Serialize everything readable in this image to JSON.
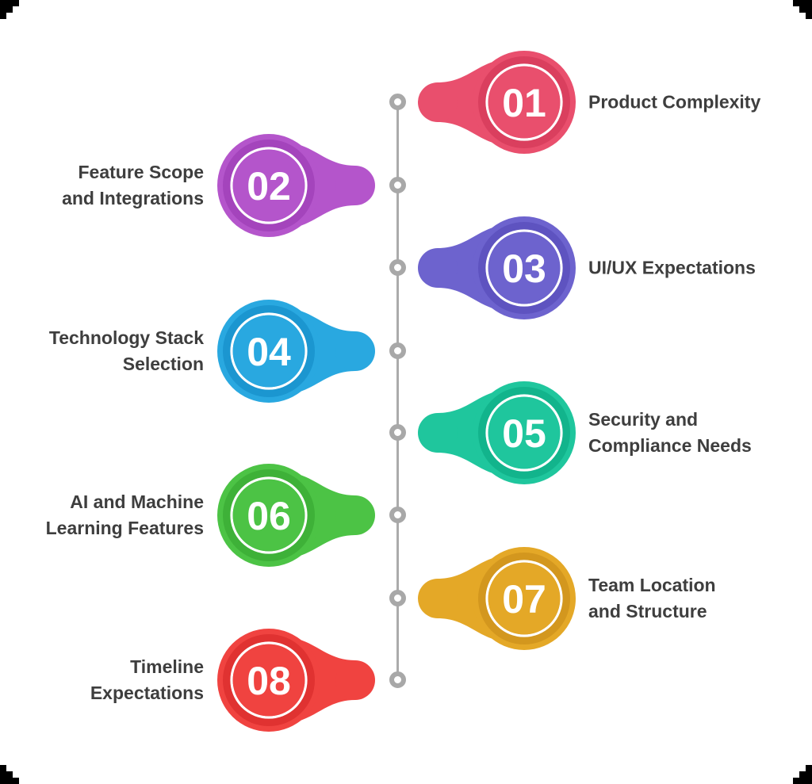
{
  "timeline": {
    "background": "#ffffff",
    "line_color": "#ababab",
    "dot_ring_color": "#a8a8a8",
    "label_text_color": "#3e3e3e",
    "number_text_color": "#ffffff",
    "corner_mark_color": "#000000",
    "items": [
      {
        "number": "01",
        "label": "Product Complexity",
        "side": "right",
        "color": "#e94f6d",
        "color_dark": "#da3f5e"
      },
      {
        "number": "02",
        "label": "Feature Scope\nand Integrations",
        "side": "left",
        "color": "#b455cb",
        "color_dark": "#a444bc"
      },
      {
        "number": "03",
        "label": "UI/UX Expectations",
        "side": "right",
        "color": "#6d63ce",
        "color_dark": "#5e53c0"
      },
      {
        "number": "04",
        "label": "Technology Stack\nSelection",
        "side": "left",
        "color": "#29a8e0",
        "color_dark": "#1b96d0"
      },
      {
        "number": "05",
        "label": "Security and\nCompliance Needs",
        "side": "right",
        "color": "#1fc69d",
        "color_dark": "#12b48c"
      },
      {
        "number": "06",
        "label": "AI and Machine\nLearning Features",
        "side": "left",
        "color": "#4cc345",
        "color_dark": "#3eb138"
      },
      {
        "number": "07",
        "label": "Team Location\nand Structure",
        "side": "right",
        "color": "#e4a827",
        "color_dark": "#d3971e"
      },
      {
        "number": "08",
        "label": "Timeline\nExpectations",
        "side": "left",
        "color": "#f04340",
        "color_dark": "#e03231"
      }
    ]
  }
}
